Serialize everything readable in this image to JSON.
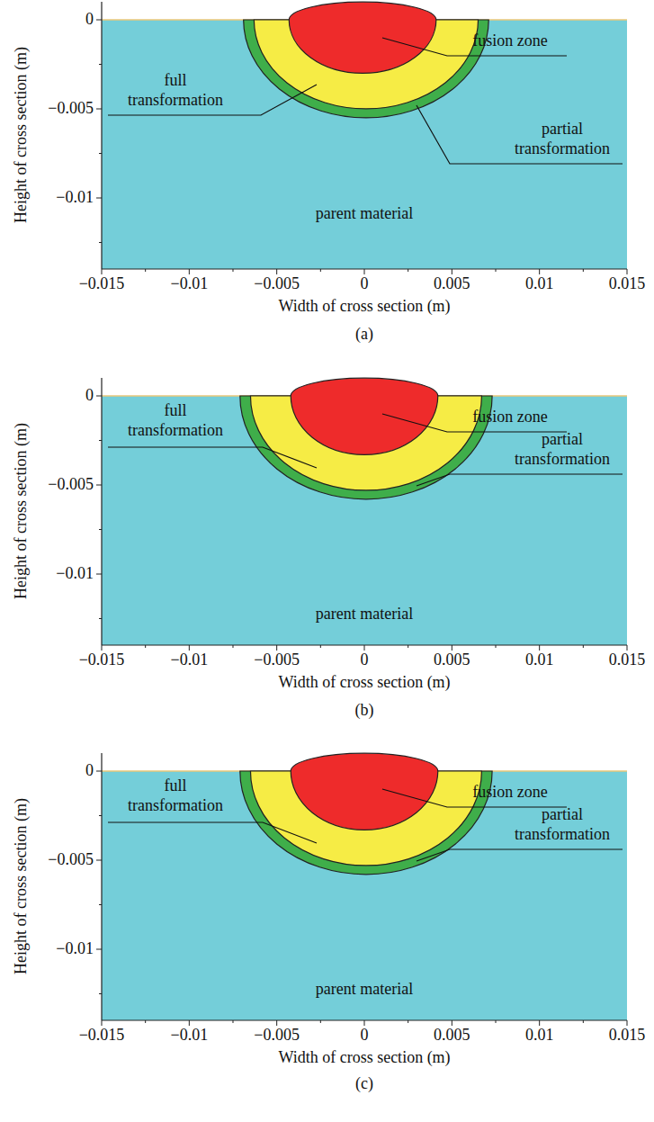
{
  "diagram": {
    "labels": [
      "0",
      "−0.005",
      "−0.01",
      "Height of cross section (m)",
      "−0.015",
      "−0.01",
      "−0.005",
      "0",
      "0.005",
      "0.01",
      "0.015",
      "Width of cross section (m)",
      "fusion zone",
      "full transformation",
      "partial transformation",
      "parent material",
      "(a)",
      "0",
      "−0.005",
      "−0.01",
      "Height of cross section (m)",
      "−0.015",
      "−0.01",
      "−0.005",
      "0",
      "0.005",
      "0.01",
      "0.015",
      "Width of cross section (m)",
      "fusion zone",
      "full transformation",
      "partial transformation",
      "parent material",
      "(b)",
      "0",
      "−0.005",
      "−0.01",
      "Height of cross section (m)",
      "−0.015",
      "−0.01",
      "−0.005",
      "0",
      "0.005",
      "0.01",
      "0.015",
      "Width of cross section (m)",
      "fusion zone",
      "full transformation",
      "partial transformation",
      "parent material",
      "(c)"
    ]
  }
}
